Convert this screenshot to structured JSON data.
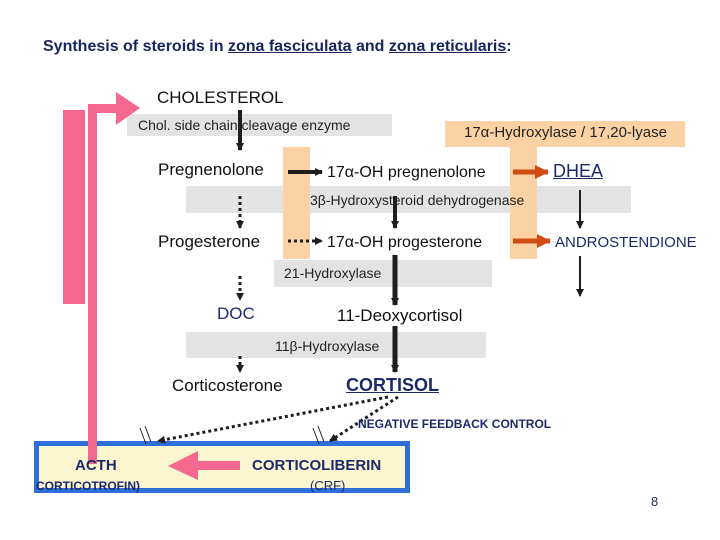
{
  "title": {
    "prefix": "Synthesis of steroids in ",
    "zone1": "zona fasciculata",
    "and": " and ",
    "zone2": "zona reticularis",
    "colon": ":"
  },
  "nodes": {
    "cholesterol": "CHOLESTEROL",
    "pregnenolone": "Pregnenolone",
    "oh_pregnenolone": "17α-OH pregnenolone",
    "dhea": "DHEA",
    "progesterone": "Progesterone",
    "oh_progesterone": "17α-OH progesterone",
    "androstendione": "ANDROSTENDIONE",
    "doc": "DOC",
    "deoxycortisol": "11-Deoxycortisol",
    "corticosterone": "Corticosterone",
    "cortisol": "CORTISOL"
  },
  "enzymes": {
    "side_chain": "Chol. side chain cleavage enzyme",
    "hydroxylase_17": "17α-Hydroxylase / 17,20-lyase",
    "hsd3b": "3β-Hydroxysteroid dehydrogenase",
    "hydroxylase_21": "21-Hydroxylase",
    "hydroxylase_11": "11β-Hydroxylase"
  },
  "feedback": {
    "label": "NEGATIVE FEEDBACK CONTROL",
    "acth": "ACTH",
    "corticotrofin": "CORTICOTROFIN)",
    "corticoliberin": "CORTICOLIBERIN",
    "crf": "(CRF)"
  },
  "page_number": "8",
  "colors": {
    "band_gray": "#e3e3e3",
    "band_peach": "#fcd2a4",
    "feedback_box_fill": "#fbf6cf",
    "feedback_box_border": "#2f6fd9",
    "pink": "#f4678f",
    "arrow_orange": "#d14c12",
    "title_blue": "#18245c",
    "dark": "#1e1e1e"
  }
}
